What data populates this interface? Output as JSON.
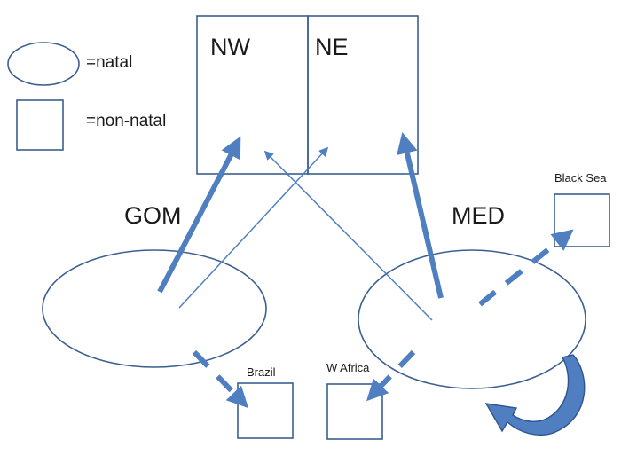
{
  "legend": {
    "natal_label": "=natal",
    "non_natal_label": "=non-natal"
  },
  "regions": {
    "nw": "NW",
    "ne": "NE",
    "gom": "GOM",
    "med": "MED",
    "black_sea": "Black Sea",
    "brazil": "Brazil",
    "w_africa": "W Africa"
  },
  "colors": {
    "stroke": "#3b5f8f",
    "arrow": "#4f7fc1",
    "arrow_dark": "#3a66a8",
    "text": "#1a1a1a"
  }
}
